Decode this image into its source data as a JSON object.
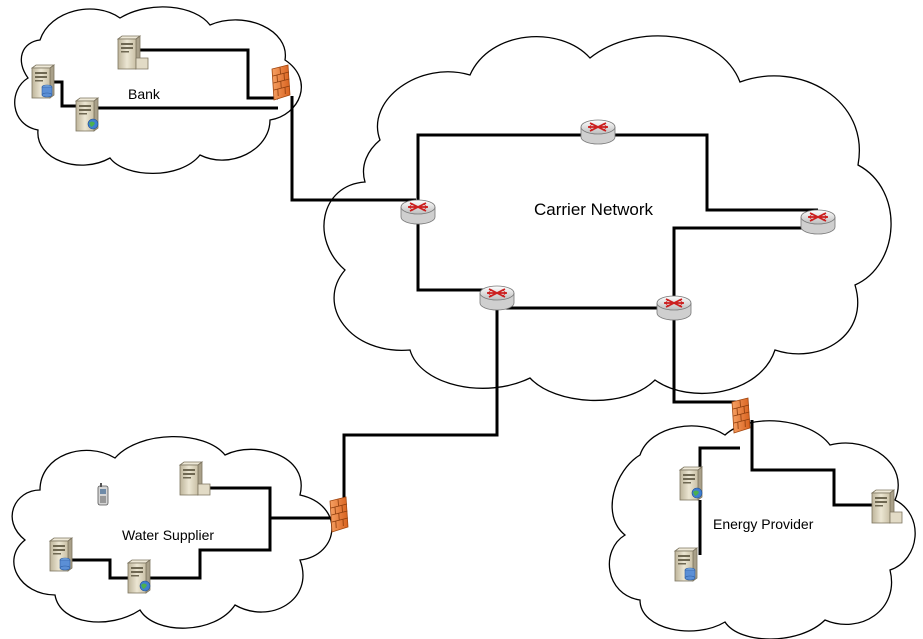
{
  "labels": {
    "bank": "Bank",
    "carrier": "Carrier Network",
    "water": "Water Supplier",
    "energy": "Energy Provider"
  },
  "colors": {
    "firewall": "#f08a3c",
    "router": "#e4e4e4",
    "router_arrows": "#cc1f1f",
    "server": "#d9d2bd",
    "database": "#5b8fd6",
    "globe": "#3f7fd1",
    "links": "#000000"
  },
  "icons": [
    "server-icon",
    "database-server-icon",
    "web-server-icon",
    "firewall-icon",
    "router-icon",
    "mobile-phone-icon"
  ]
}
